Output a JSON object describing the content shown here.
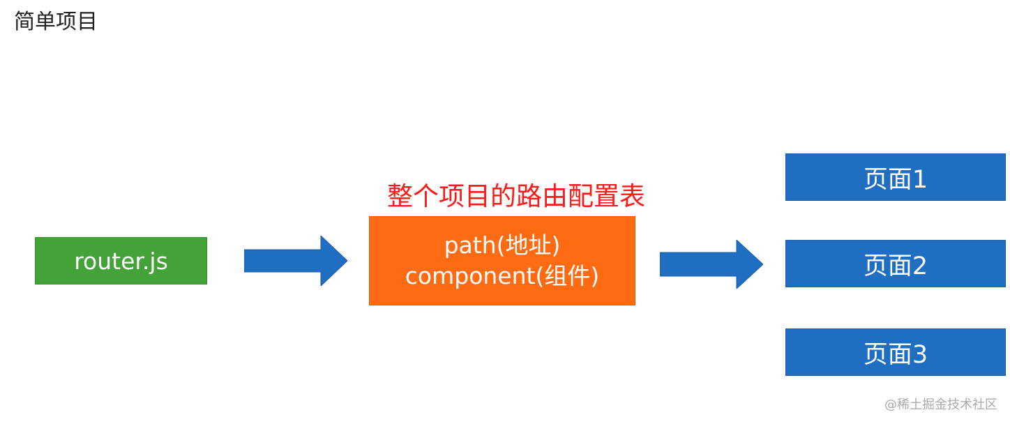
{
  "title": "简单项目",
  "colors": {
    "router_box": "#44a338",
    "config_box": "#ff6b13",
    "config_label": "#ff1a1a",
    "page_box": "#1f6ec2",
    "arrow": "#1f6ec2"
  },
  "router_box": {
    "label": "router.js"
  },
  "config": {
    "label": "整个项目的路由配置表",
    "line1": "path(地址)",
    "line2": "component(组件)"
  },
  "pages": [
    {
      "label": "页面1"
    },
    {
      "label": "页面2"
    },
    {
      "label": "页面3"
    }
  ],
  "watermark": "@稀土掘金技术社区"
}
